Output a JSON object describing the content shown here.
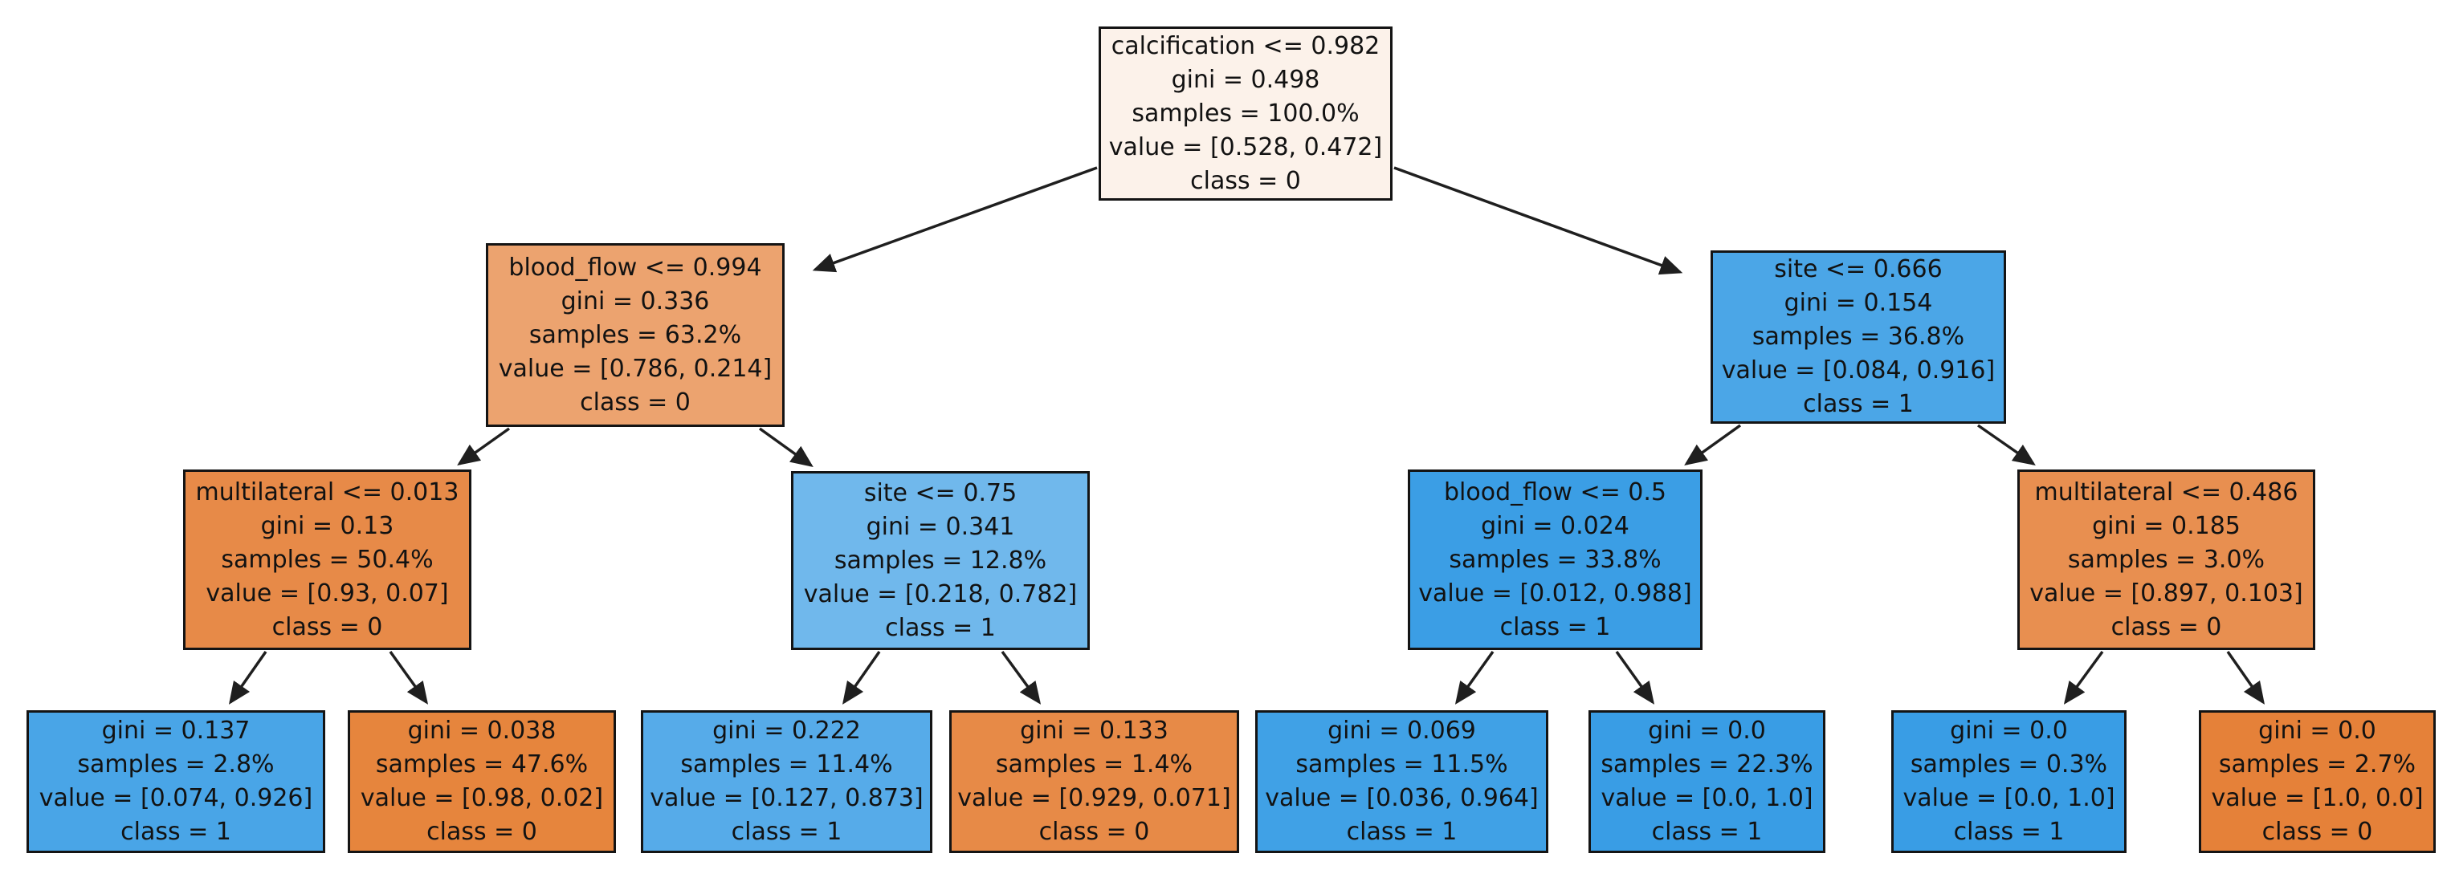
{
  "figure": {
    "background": "#ffffff",
    "edge_color": "#1f1f1f",
    "node_border_color": "#141414",
    "text_color": "#121212",
    "class_colors": {
      "class_0": "#e58139",
      "class_1": "#399de5"
    }
  },
  "tree": {
    "nodes": [
      {
        "name": "root",
        "condition": "calcification <= 0.982",
        "gini": "gini = 0.498",
        "samples": "samples = 100.0%",
        "value": "value = [0.528, 0.472]",
        "class_label": "class = 0",
        "fill": "#fcf2ea"
      },
      {
        "name": "depth1-left",
        "condition": "blood_flow <= 0.994",
        "gini": "gini = 0.336",
        "samples": "samples = 63.2%",
        "value": "value = [0.786, 0.214]",
        "class_label": "class = 0",
        "fill": "#eca36f"
      },
      {
        "name": "depth1-right",
        "condition": "site <= 0.666",
        "gini": "gini = 0.154",
        "samples": "samples = 36.8%",
        "value": "value = [0.084, 0.916]",
        "class_label": "class = 1",
        "fill": "#4ba6e7"
      },
      {
        "name": "depth2-node1",
        "condition": "multilateral <= 0.013",
        "gini": "gini = 0.13",
        "samples": "samples = 50.4%",
        "value": "value = [0.93, 0.07]",
        "class_label": "class = 0",
        "fill": "#e78a48"
      },
      {
        "name": "depth2-node2",
        "condition": "site <= 0.75",
        "gini": "gini = 0.341",
        "samples": "samples = 12.8%",
        "value": "value = [0.218, 0.782]",
        "class_label": "class = 1",
        "fill": "#70b8ec"
      },
      {
        "name": "depth2-node3",
        "condition": "blood_flow <= 0.5",
        "gini": "gini = 0.024",
        "samples": "samples = 33.8%",
        "value": "value = [0.012, 0.988]",
        "class_label": "class = 1",
        "fill": "#3b9ee5"
      },
      {
        "name": "depth2-node4",
        "condition": "multilateral <= 0.486",
        "gini": "gini = 0.185",
        "samples": "samples = 3.0%",
        "value": "value = [0.897, 0.103]",
        "class_label": "class = 0",
        "fill": "#e88f50"
      },
      {
        "name": "leaf1",
        "gini": "gini = 0.137",
        "samples": "samples = 2.8%",
        "value": "value = [0.074, 0.926]",
        "class_label": "class = 1",
        "fill": "#49a5e7"
      },
      {
        "name": "leaf2",
        "gini": "gini = 0.038",
        "samples": "samples = 47.6%",
        "value": "value = [0.98, 0.02]",
        "class_label": "class = 0",
        "fill": "#e6853d"
      },
      {
        "name": "leaf3",
        "gini": "gini = 0.222",
        "samples": "samples = 11.4%",
        "value": "value = [0.127, 0.873]",
        "class_label": "class = 1",
        "fill": "#56abe9"
      },
      {
        "name": "leaf4",
        "gini": "gini = 0.133",
        "samples": "samples = 1.4%",
        "value": "value = [0.929, 0.071]",
        "class_label": "class = 0",
        "fill": "#e78a47"
      },
      {
        "name": "leaf5",
        "gini": "gini = 0.069",
        "samples": "samples = 11.5%",
        "value": "value = [0.036, 0.964]",
        "class_label": "class = 1",
        "fill": "#40a1e6"
      },
      {
        "name": "leaf6",
        "gini": "gini = 0.0",
        "samples": "samples = 22.3%",
        "value": "value = [0.0, 1.0]",
        "class_label": "class = 1",
        "fill": "#399de5"
      },
      {
        "name": "leaf7",
        "gini": "gini = 0.0",
        "samples": "samples = 0.3%",
        "value": "value = [0.0, 1.0]",
        "class_label": "class = 1",
        "fill": "#399de5"
      },
      {
        "name": "leaf8",
        "gini": "gini = 0.0",
        "samples": "samples = 2.7%",
        "value": "value = [1.0, 0.0]",
        "class_label": "class = 0",
        "fill": "#e58139"
      }
    ],
    "edges": [
      {
        "from": "root",
        "to": "depth1-left"
      },
      {
        "from": "root",
        "to": "depth1-right"
      },
      {
        "from": "depth1-left",
        "to": "depth2-node1"
      },
      {
        "from": "depth1-left",
        "to": "depth2-node2"
      },
      {
        "from": "depth1-right",
        "to": "depth2-node3"
      },
      {
        "from": "depth1-right",
        "to": "depth2-node4"
      },
      {
        "from": "depth2-node1",
        "to": "leaf1"
      },
      {
        "from": "depth2-node1",
        "to": "leaf2"
      },
      {
        "from": "depth2-node2",
        "to": "leaf3"
      },
      {
        "from": "depth2-node2",
        "to": "leaf4"
      },
      {
        "from": "depth2-node3",
        "to": "leaf5"
      },
      {
        "from": "depth2-node3",
        "to": "leaf6"
      },
      {
        "from": "depth2-node4",
        "to": "leaf7"
      },
      {
        "from": "depth2-node4",
        "to": "leaf8"
      }
    ]
  }
}
